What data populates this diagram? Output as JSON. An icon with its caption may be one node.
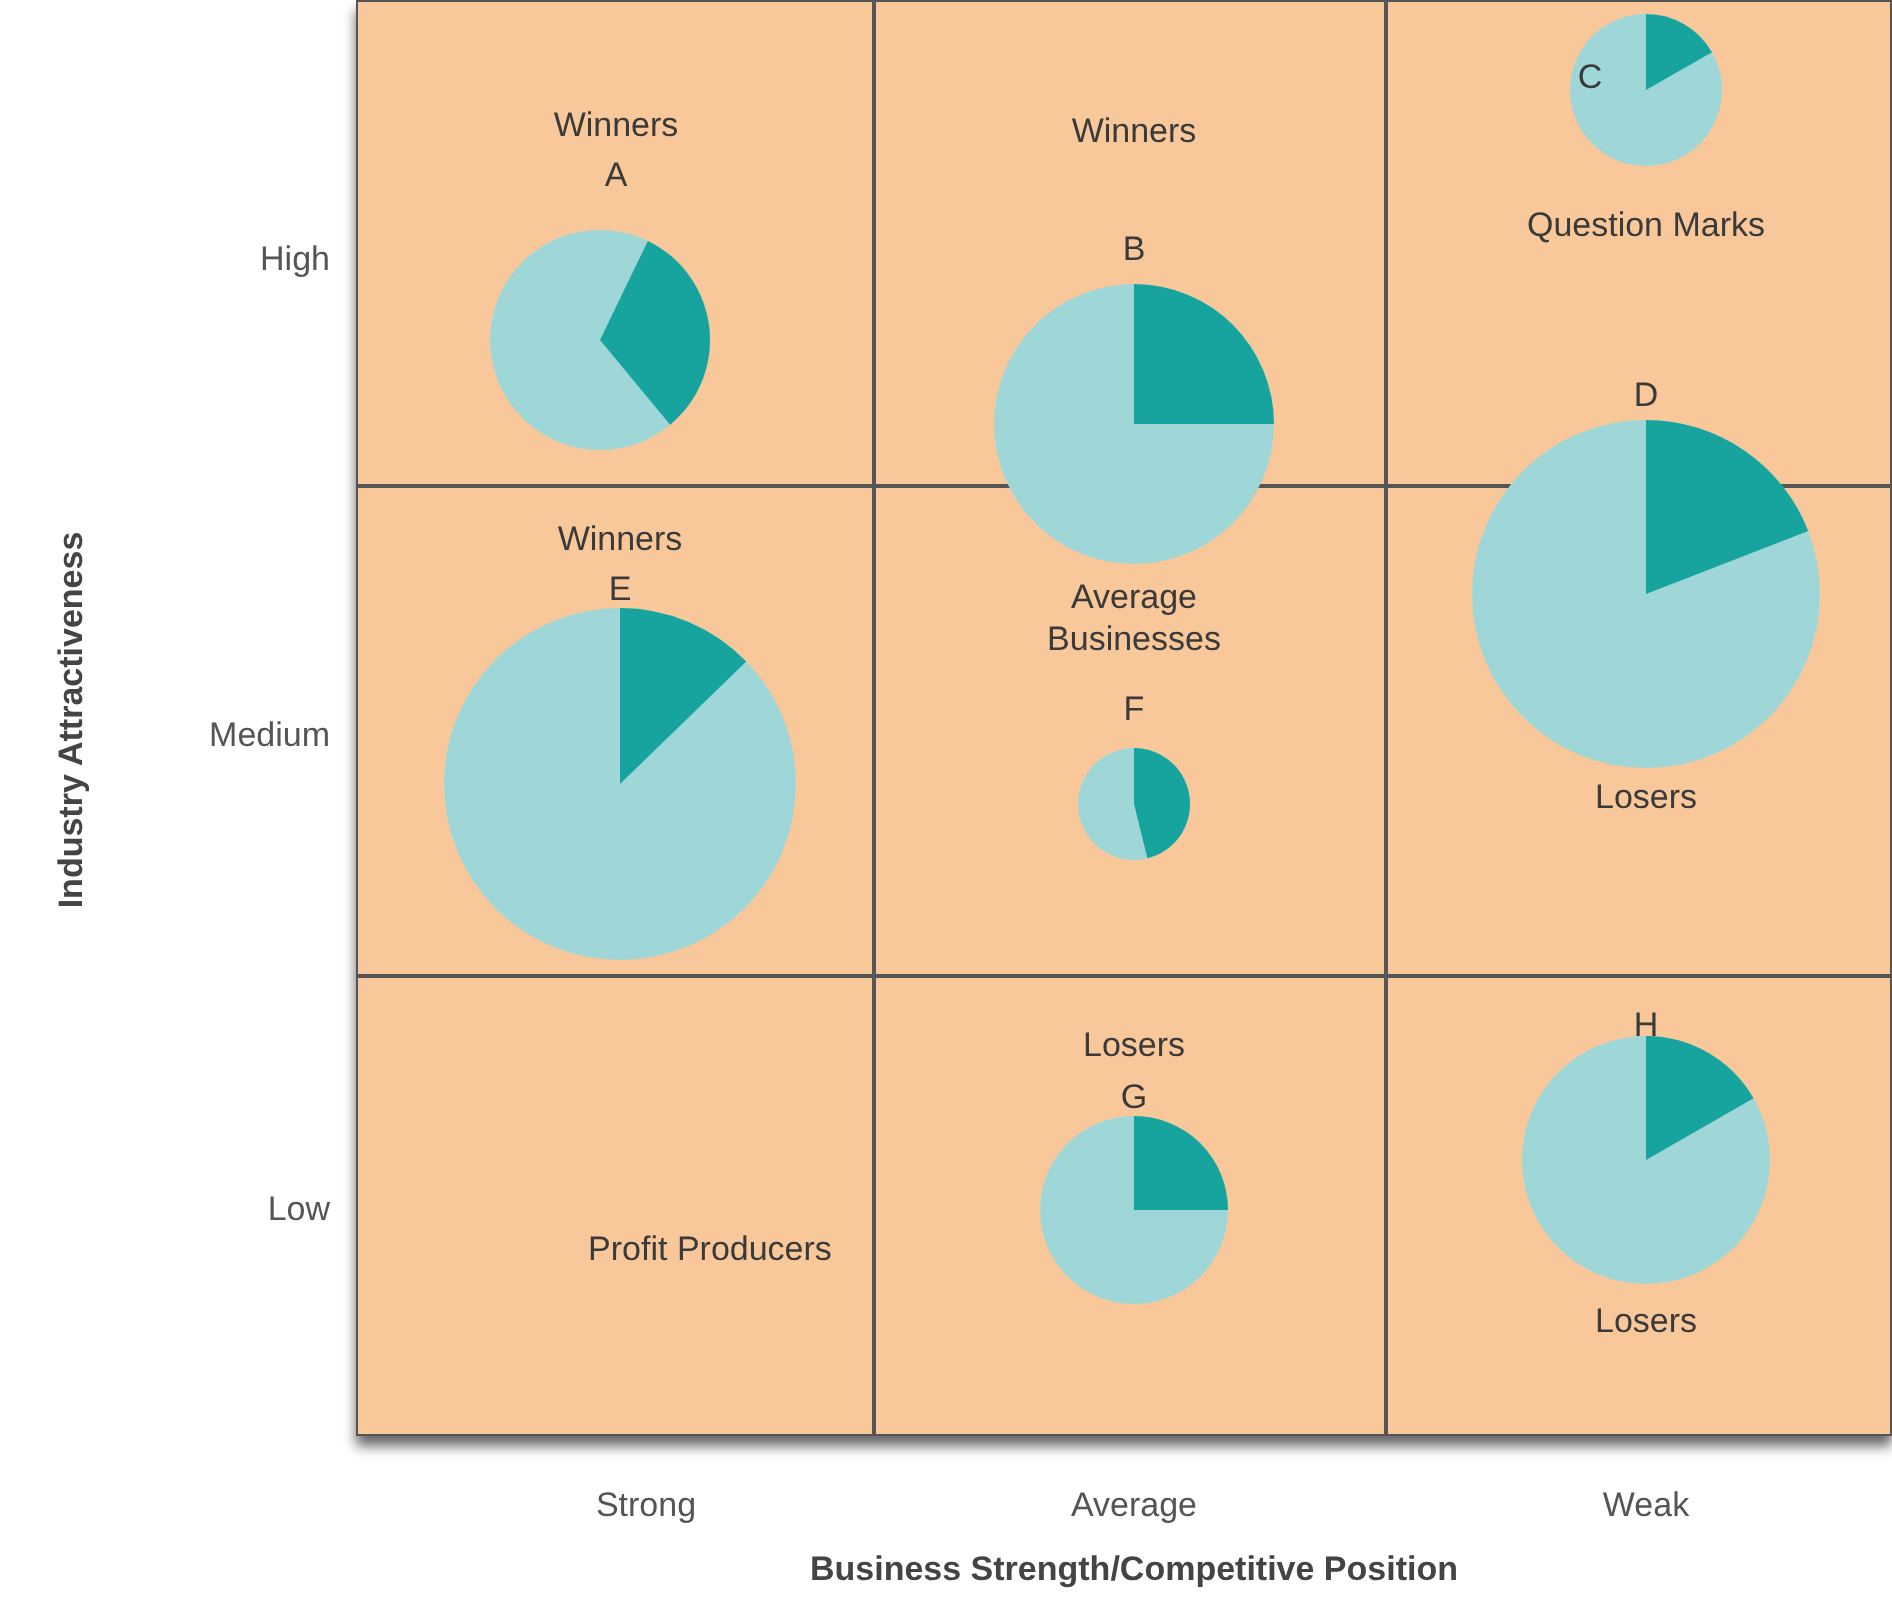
{
  "diagram": {
    "nodes": [
      {
        "text": [
          "Winners",
          "A"
        ]
      },
      {
        "text": [
          "Winners",
          "B"
        ]
      },
      {
        "text": [
          "C",
          "Question Marks",
          "D"
        ]
      },
      {
        "text": [
          "Winners",
          "E"
        ]
      },
      {
        "text": [
          "Average Businesses",
          "F"
        ]
      },
      {
        "text": [
          "Losers"
        ]
      },
      {
        "text": [
          "Profit Producers"
        ]
      },
      {
        "text": [
          "Losers",
          "G"
        ]
      },
      {
        "text": [
          "H",
          "Losers"
        ]
      }
    ],
    "labels": [
      "Industry Attractiveness",
      "High",
      "Medium",
      "Low",
      "Strong",
      "Average",
      "Weak",
      "Business Strength/Competitive Position"
    ]
  }
}
